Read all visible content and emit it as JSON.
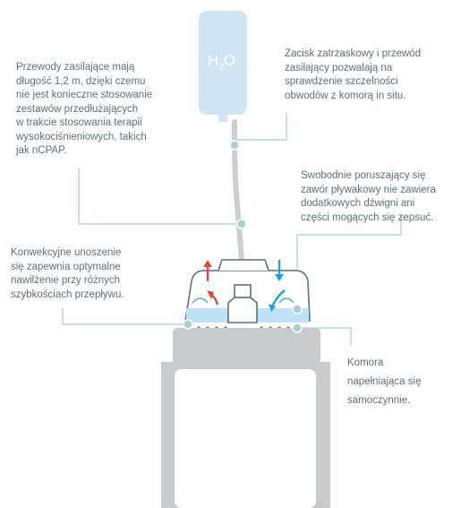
{
  "bag_label": {
    "main": "H",
    "sub": "2",
    "end": "O"
  },
  "annotations": {
    "supply_tubes": "Przewody zasilające mają\ndługość 1,2 m, dzięki czemu\nnie jest konieczne stosowanie\nzestawów przedłużających\nw trakcie stosowania terapii\nwysokociśnieniowych, takich\njak nCPAP.",
    "snap_clamp": "Zacisk zatrzaskowy i przewód\nzasilający pozwalają na\nsprawdzenie szczelności\nobwodów z komorą in situ.",
    "float_valve": "Swobodnie poruszający się\nzawór pływakowy nie zawiera\ndodatkowych dźwigni ani\nczęści mogących się zepsuć.",
    "convection": "Konwekcyjne unoszenie\nsię zapewnia optymalne\nnawilżenie przy różnych\nszybkościach przepływu.",
    "auto_fill": "Komora\nnapełniająca się\nsamoczynnie."
  },
  "colors": {
    "bag": "#cfe6f2",
    "tube": "#c9cfd3",
    "leader": "#a7cfd5",
    "dot": "#a7cfd5",
    "device": "#c8cbcd",
    "water": "#bfe3f4",
    "warm_arrow": "#e0473f",
    "cool_arrow": "#1fa2dc",
    "heat_dots": "#e0473f",
    "text": "#5f6f7a"
  }
}
